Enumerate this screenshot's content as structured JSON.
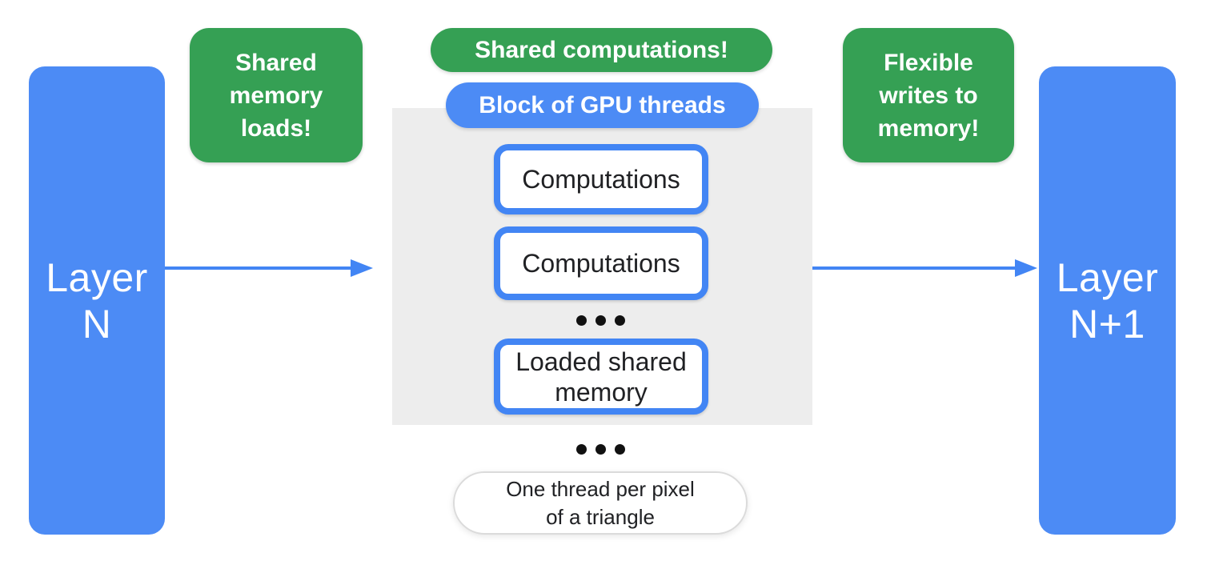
{
  "colors": {
    "blue_fill": "#4C8BF5",
    "blue_accent": "#4285F4",
    "green": "#35A054",
    "panel_gray": "#EDEDED",
    "text_dark": "#202124",
    "dot_black": "#111111",
    "caption_border": "#DBDBDB"
  },
  "layer_left": {
    "label": "Layer\nN"
  },
  "layer_right": {
    "label": "Layer\nN+1"
  },
  "callouts": {
    "left": "Shared\nmemory\nloads!",
    "center": "Shared computations!",
    "right": "Flexible\nwrites to\nmemory!"
  },
  "block": {
    "title": "Block of GPU threads",
    "boxes": [
      "Computations",
      "Computations",
      "Loaded shared\nmemory"
    ]
  },
  "caption": "One thread per pixel\nof a triangle"
}
